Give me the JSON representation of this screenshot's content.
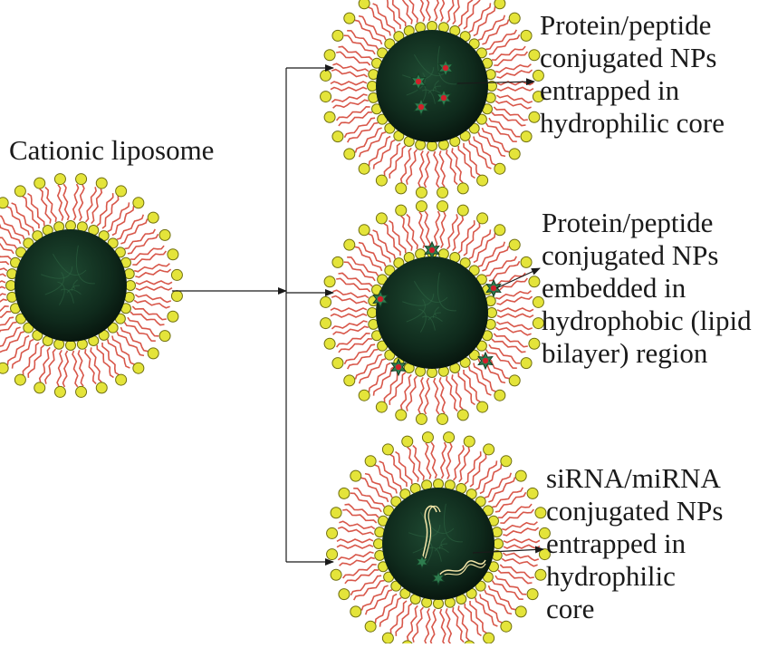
{
  "source": {
    "title": "Cationic liposome"
  },
  "outcomes": [
    {
      "id": "protein-core",
      "payload": "protein-star",
      "lines": [
        "Protein/peptide",
        "conjugated NPs",
        "entrapped in",
        "hydrophilic core"
      ]
    },
    {
      "id": "protein-bilayer",
      "payload": "protein-star-bilayer",
      "lines": [
        "Protein/peptide",
        "conjugated NPs",
        "embedded in",
        "hydrophobic (lipid",
        "bilayer) region"
      ]
    },
    {
      "id": "sirna-core",
      "payload": "nucleic-acid",
      "lines": [
        "siRNA/miRNA",
        "conjugated NPs",
        "entrapped in",
        "hydrophilic",
        "core"
      ]
    }
  ],
  "colors": {
    "core": "#0f2a1c",
    "core_texture": "#2f6a45",
    "head_fill": "#e4e43a",
    "head_stroke": "#6f6f10",
    "tail": "#d8574a",
    "star_fill": "#2e7d4f",
    "star_center": "#d0202a",
    "rna": "#f4e6a8",
    "arrow": "#1a1a1a"
  }
}
